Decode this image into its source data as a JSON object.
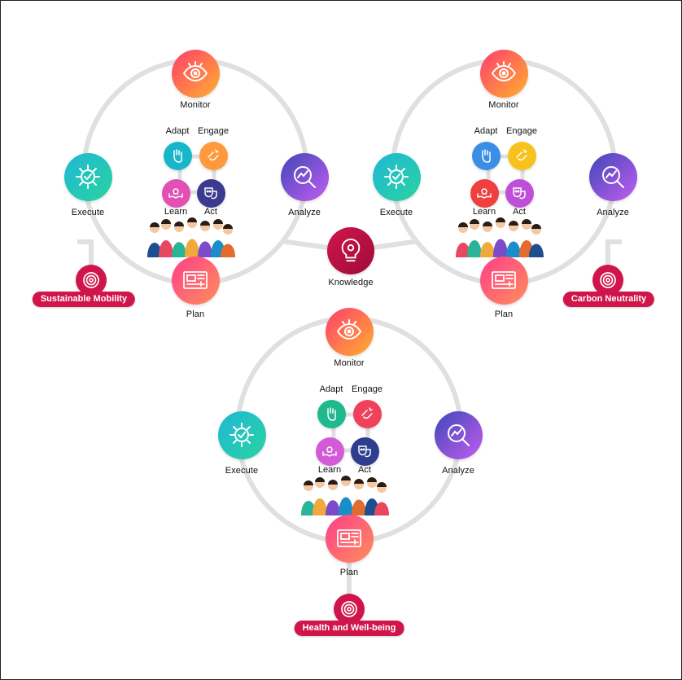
{
  "cycles": [
    {
      "id": "sustainable-mobility",
      "nodes": {
        "monitor": {
          "label": "Monitor",
          "icon": "eye-icon"
        },
        "analyze": {
          "label": "Analyze",
          "icon": "magnifier-chart-icon"
        },
        "plan": {
          "label": "Plan",
          "icon": "blueprint-icon"
        },
        "execute": {
          "label": "Execute",
          "icon": "gear-check-icon"
        }
      },
      "small": {
        "adapt": {
          "label": "Adapt",
          "icon": "hand-icon",
          "color": "#18b6c9"
        },
        "engage": {
          "label": "Engage",
          "icon": "magnet-icon",
          "color": "#ff9a3c"
        },
        "learn": {
          "label": "Learn",
          "icon": "book-idea-icon",
          "color": "#e24fb5"
        },
        "act": {
          "label": "Act",
          "icon": "theater-masks-icon",
          "color": "#3b3a8f"
        }
      },
      "goal": {
        "label": "Sustainable Mobility",
        "icon": "target-icon"
      }
    },
    {
      "id": "carbon-neutrality",
      "nodes": {
        "monitor": {
          "label": "Monitor",
          "icon": "eye-icon"
        },
        "analyze": {
          "label": "Analyze",
          "icon": "magnifier-chart-icon"
        },
        "plan": {
          "label": "Plan",
          "icon": "blueprint-icon"
        },
        "execute": {
          "label": "Execute",
          "icon": "gear-check-icon"
        }
      },
      "small": {
        "adapt": {
          "label": "Adapt",
          "icon": "hand-icon",
          "color": "#3a8ee6"
        },
        "engage": {
          "label": "Engage",
          "icon": "magnet-icon",
          "color": "#f7c21e"
        },
        "learn": {
          "label": "Learn",
          "icon": "book-idea-icon",
          "color": "#ef3f3f"
        },
        "act": {
          "label": "Act",
          "icon": "theater-masks-icon",
          "color": "#c04fd8"
        }
      },
      "goal": {
        "label": "Carbon Neutrality",
        "icon": "target-icon"
      }
    },
    {
      "id": "health-well-being",
      "nodes": {
        "monitor": {
          "label": "Monitor",
          "icon": "eye-icon"
        },
        "analyze": {
          "label": "Analyze",
          "icon": "magnifier-chart-icon"
        },
        "plan": {
          "label": "Plan",
          "icon": "blueprint-icon"
        },
        "execute": {
          "label": "Execute",
          "icon": "gear-check-icon"
        }
      },
      "small": {
        "adapt": {
          "label": "Adapt",
          "icon": "hand-icon",
          "color": "#1fb98d"
        },
        "engage": {
          "label": "Engage",
          "icon": "magnet-icon",
          "color": "#f0405a"
        },
        "learn": {
          "label": "Learn",
          "icon": "book-idea-icon",
          "color": "#d45ad8"
        },
        "act": {
          "label": "Act",
          "icon": "theater-masks-icon",
          "color": "#2f3d8e"
        }
      },
      "goal": {
        "label": "Health and Well-being",
        "icon": "target-icon"
      }
    }
  ],
  "knowledge": {
    "label": "Knowledge",
    "icon": "lightbulb-gear-icon"
  },
  "colors": {
    "monitor": [
      "#ff3d6e",
      "#ffb02e"
    ],
    "analyze": [
      "#3f48b8",
      "#c35cf0"
    ],
    "plan": [
      "#ff3d8b",
      "#ff8f5a"
    ],
    "execute": [
      "#1fb8d6",
      "#2ad3a0"
    ],
    "knowledge": [
      "#d0154a",
      "#9e0c3a"
    ],
    "goal": "#d0154a",
    "ring": "#e0e0e0"
  }
}
